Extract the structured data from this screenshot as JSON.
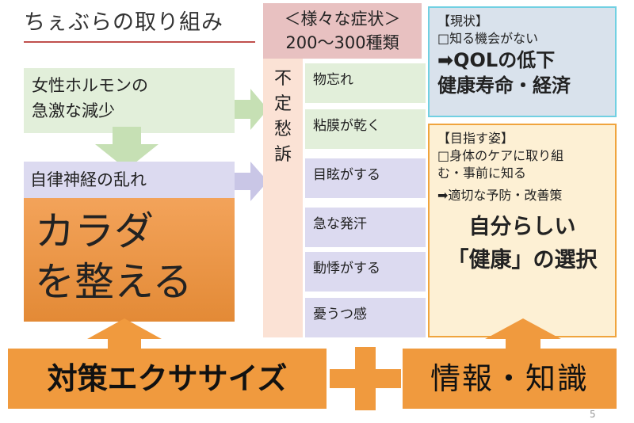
{
  "title": "ちぇぶらの取り組み",
  "left": {
    "hormone_line1": "女性ホルモンの",
    "hormone_line2": "急激な減少",
    "autonomic": "自律神経の乱れ",
    "karada_line1": "カラダ",
    "karada_line2": "を整える"
  },
  "symptoms": {
    "header_line1": "＜様々な症状＞",
    "header_line2": "200〜300種類",
    "vertical_label": [
      "不",
      "定",
      "愁",
      "訴"
    ],
    "items": [
      "物忘れ",
      "粘膜が乾く",
      "目眩がする",
      "急な発汗",
      "動悸がする",
      "憂うつ感"
    ]
  },
  "status": {
    "heading": "【現状】",
    "line": "□知る機会がない",
    "result_line1": "➡QOLの低下",
    "result_line2": "健康寿命・経済"
  },
  "goal": {
    "heading": "【目指す姿】",
    "line1": "□身体のケアに取り組",
    "line2": "む・事前に知る",
    "line3": "➡適切な予防・改善策",
    "big_line1": "自分らしい",
    "big_line2": "「健康」の選択"
  },
  "bottom": {
    "exercise": "対策エクササイズ",
    "info": "情報・知識"
  },
  "page_number": "5",
  "colors": {
    "accent_orange": "#f09a3e",
    "green_box": "#e2efda",
    "purple_box": "#dcdaf0",
    "pink_header": "#e8c1c1",
    "status_border": "#71d0e2",
    "goal_border": "#f0a43d"
  }
}
